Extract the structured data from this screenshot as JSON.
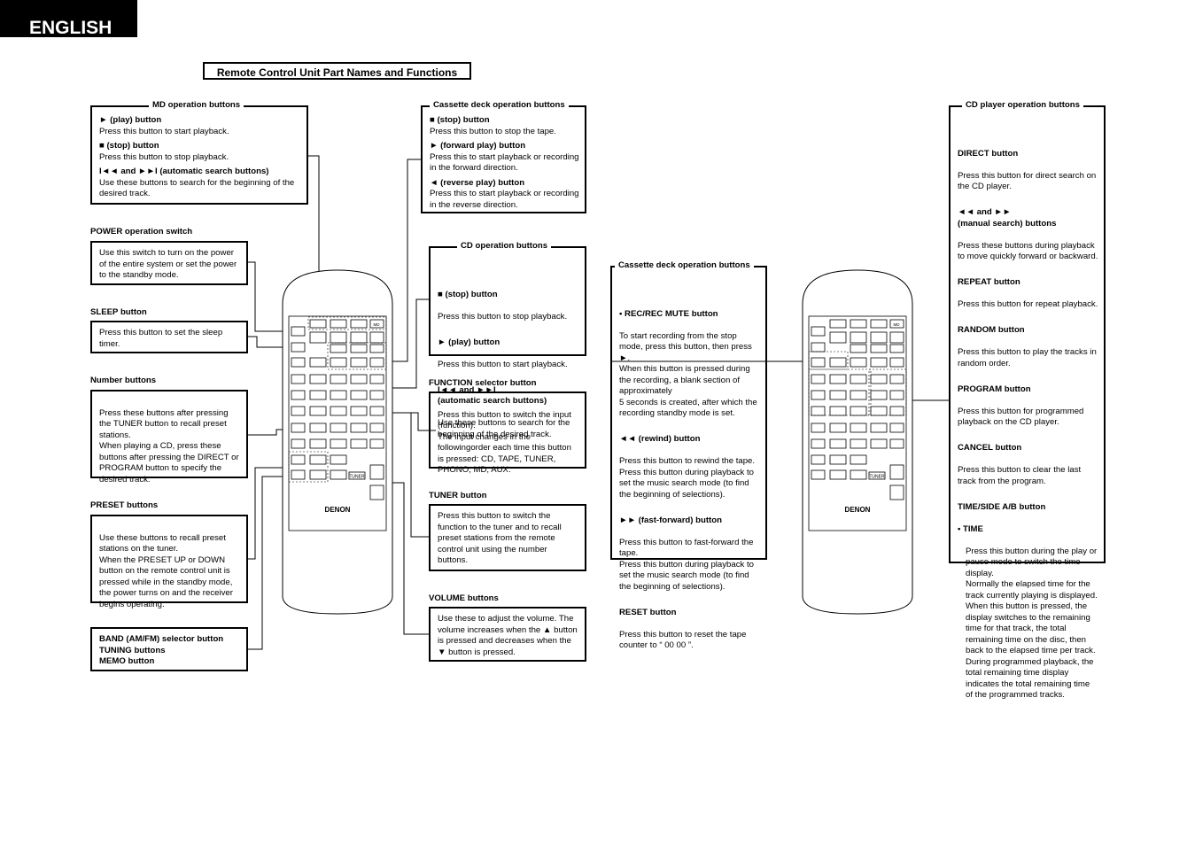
{
  "header": {
    "language": "ENGLISH",
    "title": "Remote Control Unit Part Names and Functions"
  },
  "md": {
    "title": "MD operation buttons",
    "items": [
      {
        "head": "► (play) button",
        "text": "Press this button to start playback."
      },
      {
        "head": "■ (stop) button",
        "text": "Press this button to stop playback."
      },
      {
        "head": "I◄◄ and ►►I (automatic search buttons)",
        "text": "Use these buttons to search for the beginning of the desired track."
      }
    ]
  },
  "power": {
    "label": "POWER operation switch",
    "text": "Use this switch to turn on the power of the entire system or set the power to the standby mode."
  },
  "sleep": {
    "label": "SLEEP button",
    "text": "Press this button to set the sleep timer."
  },
  "number": {
    "label": "Number buttons",
    "text": "Press these buttons after pressing the TUNER button to recall preset stations.\nWhen playing a CD, press these buttons after pressing the DIRECT or PROGRAM button to specify the desired track."
  },
  "preset": {
    "label": "PRESET buttons",
    "text": "Use these buttons to recall preset stations on the tuner.\nWhen the PRESET UP or DOWN button on the remote control unit is pressed while in the standby mode, the power turns on and the receiver begins operating."
  },
  "band": {
    "lines": [
      "BAND (AM/FM) selector button",
      "TUNING buttons",
      "MEMO button"
    ]
  },
  "cassette1": {
    "title": "Cassette deck operation buttons",
    "items": [
      {
        "head": "■ (stop) button",
        "text": "Press this button to stop the tape."
      },
      {
        "head": "► (forward play) button",
        "text": "Press this to start playback or recording in the forward direction."
      },
      {
        "head": "◄ (reverse play) button",
        "text": "Press this to start playback or recording in the reverse direction."
      }
    ]
  },
  "cd_ops": {
    "title": "CD operation buttons",
    "items": [
      {
        "head": "■ (stop) button",
        "text": "Press this button to stop playback."
      },
      {
        "head": "► (play) button",
        "text": "Press this button to start playback."
      },
      {
        "head": "I◄◄ and ►►I\n(automatic search buttons)",
        "text": "Use these buttons to search for the beginning of the desired track."
      }
    ]
  },
  "function": {
    "label": "FUNCTION selector button",
    "text": "Press this button to switch the input (function).\nThe input changes in the followingorder each time this button is pressed: CD, TAPE, TUNER, PHONO, MD, AUX."
  },
  "tuner": {
    "label": "TUNER button",
    "text": "Press this button to switch the function to the tuner and to recall preset stations from the remote control unit using the number buttons."
  },
  "volume": {
    "label": "VOLUME buttons",
    "text": "Use these to adjust the volume. The volume increases when the ▲ button is pressed and decreases when the ▼ button is pressed."
  },
  "cassette2": {
    "title": "Cassette deck operation buttons",
    "items": [
      {
        "head": "• REC/REC MUTE button",
        "text": "To start recording from the stop mode, press this button, then press ►.\nWhen this button is pressed during the recording, a blank section of approximately\n5 seconds is created, after which the recording standby mode is set."
      },
      {
        "head": "◄◄ (rewind) button",
        "text": "Press this button to rewind the tape.\nPress this button during playback to set the music search mode (to find the beginning of selections)."
      },
      {
        "head": "►► (fast-forward) button",
        "text": "Press this button to fast-forward the tape.\nPress this button during playback to set the music search mode (to find the beginning of selections)."
      },
      {
        "head": "RESET button",
        "text": "Press this button to reset the tape counter to “ 00 00 ”."
      }
    ]
  },
  "cdplayer": {
    "title": "CD player operation buttons",
    "items": [
      {
        "head": "DIRECT button",
        "text": "Press this button for direct search on the CD player."
      },
      {
        "head": "◄◄ and ►►\n(manual search) buttons",
        "text": "Press these buttons during playback to move quickly forward or backward."
      },
      {
        "head": "REPEAT button",
        "text": "Press this button for repeat playback."
      },
      {
        "head": "RANDOM button",
        "text": "Press this button to play the tracks in random order."
      },
      {
        "head": "PROGRAM button",
        "text": "Press this button for programmed playback on the CD player."
      },
      {
        "head": "CANCEL button",
        "text": "Press this button to clear the last track from the program."
      },
      {
        "head": "TIME/SIDE A/B button",
        "text": ""
      }
    ],
    "time_head": "• TIME",
    "time_text": "Press this button during the play or pause mode to switch the time display.\nNormally the elapsed time for the track currently playing is displayed. When this button is pressed, the display switches to the remaining time for that track, the total remaining time on the disc, then back to the elapsed time per track.\nDuring programmed playback, the total remaining time display indicates the total remaining time of the programmed tracks."
  },
  "remote": {
    "brand": "DENON",
    "tuner_key": "TUNER",
    "md_key": "MD"
  }
}
